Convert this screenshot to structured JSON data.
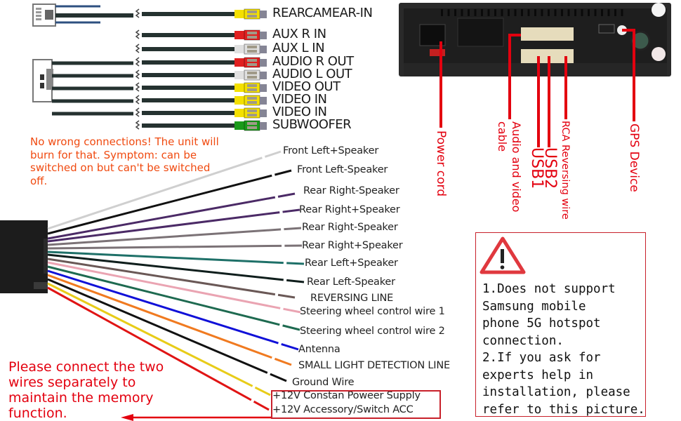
{
  "rca_harness": {
    "connectors": [
      {
        "label": "REARCAMEAR-IN",
        "color": "#f4e000"
      },
      {
        "label": "AUX R IN",
        "color": "#e02020"
      },
      {
        "label": "AUX L IN",
        "color": "#e0e0e0"
      },
      {
        "label": "AUDIO R OUT",
        "color": "#e02020"
      },
      {
        "label": "AUDIO L OUT",
        "color": "#e0e0e0"
      },
      {
        "label": "VIDEO  OUT",
        "color": "#f4e000"
      },
      {
        "label": "VIDEO  IN",
        "color": "#f4e000"
      },
      {
        "label": "VIDEO  IN",
        "color": "#f4e000"
      },
      {
        "label": "SUBWOOFER",
        "color": "#1a9a1a"
      }
    ]
  },
  "warning_note": "No wrong connections! The unit will burn for that. Symptom: can be switched on but can't be switched off.",
  "head_unit_ports": [
    {
      "label": "Power cord"
    },
    {
      "label": "Audio and video cable"
    },
    {
      "label": "USB1"
    },
    {
      "label": "USB2"
    },
    {
      "label": "RCA Reversing wire"
    },
    {
      "label": "GPS Device"
    }
  ],
  "power_harness": {
    "wires": [
      {
        "label": "Front Left+Speaker",
        "color": "#cfcfcf"
      },
      {
        "label": "Front Left-Speaker",
        "color": "#111111"
      },
      {
        "label": "Rear Right-Speaker",
        "color": "#4b2a66"
      },
      {
        "label": "Rear Right+Speaker",
        "color": "#4b2a66"
      },
      {
        "label": "Rear Right-Speaker",
        "color": "#7b7276"
      },
      {
        "label": "Rear Right+Speaker",
        "color": "#7b7276"
      },
      {
        "label": "Rear Left+Speaker",
        "color": "#1e7068"
      },
      {
        "label": "Rear Left-Speaker",
        "color": "#0f1e1c"
      },
      {
        "label": "REVERSING LINE",
        "color": "#6a5856"
      },
      {
        "label": "Steering wheel control wire 1",
        "color": "#eaa4b2"
      },
      {
        "label": "Steering wheel control wire 2",
        "color": "#1e6a50"
      },
      {
        "label": "Antenna",
        "color": "#1010d8"
      },
      {
        "label": "SMALL LIGHT DETECTION LINE",
        "color": "#f07a20"
      },
      {
        "label": "Ground Wire",
        "color": "#111111"
      },
      {
        "label": "+12V Constan Poweer Supply",
        "color": "#e8cc18"
      },
      {
        "label": "+12V Accessory/Switch ACC",
        "color": "#e01414"
      }
    ]
  },
  "memory_note": "Please connect the two wires separately to maintain the memory function.",
  "notice": {
    "icon": "warning-triangle-icon",
    "lines": [
      "1.Does not support",
      "Samsung mobile",
      "phone 5G hotspot",
      "connection.",
      "2.If you ask for",
      "experts  help in",
      "installation, please",
      "refer to this picture."
    ]
  }
}
